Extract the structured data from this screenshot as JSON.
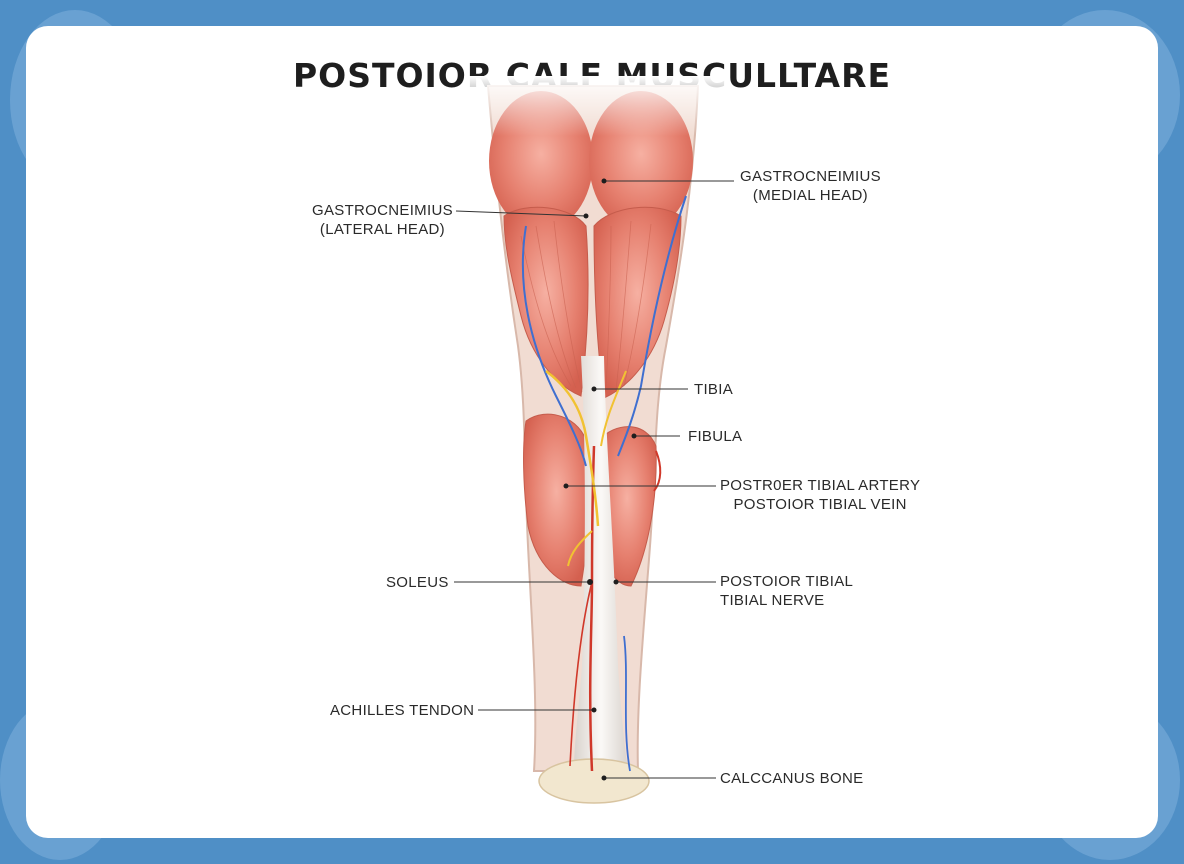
{
  "title": "POSTOIOR CALF MUSCULLTARE",
  "colors": {
    "background": "#4f8fc6",
    "card": "#ffffff",
    "muscle": "#e4786a",
    "muscle_light": "#f2a99c",
    "tendon": "#ece8e4",
    "artery": "#d0382a",
    "vein": "#3f6fd0",
    "nerve": "#f1c232",
    "leader_line": "#333333"
  },
  "labels": {
    "gastroc_lateral": {
      "line1": "GASTROCNEIMIUS",
      "line2": "(LATERAL HEAD)"
    },
    "gastroc_medial": {
      "line1": "GASTROCNEIMIUS",
      "line2": "(MEDIAL HEAD)"
    },
    "tibia": {
      "line1": "TIBIA"
    },
    "fibula": {
      "line1": "FIBULA"
    },
    "artery_vein": {
      "line1": "POSTR0ER TIBIAL ARTERY",
      "line2": "POSTOIOR TIBIAL VEIN"
    },
    "soleus": {
      "line1": "SOLEUS"
    },
    "tibial_nerve": {
      "line1": "POSTOIOR TIBIAL",
      "line2": "TIBIAL NERVE"
    },
    "achilles": {
      "line1": "ACHILLES TENDON"
    },
    "calcaneus": {
      "line1": "CALCCANUS BONE"
    }
  }
}
